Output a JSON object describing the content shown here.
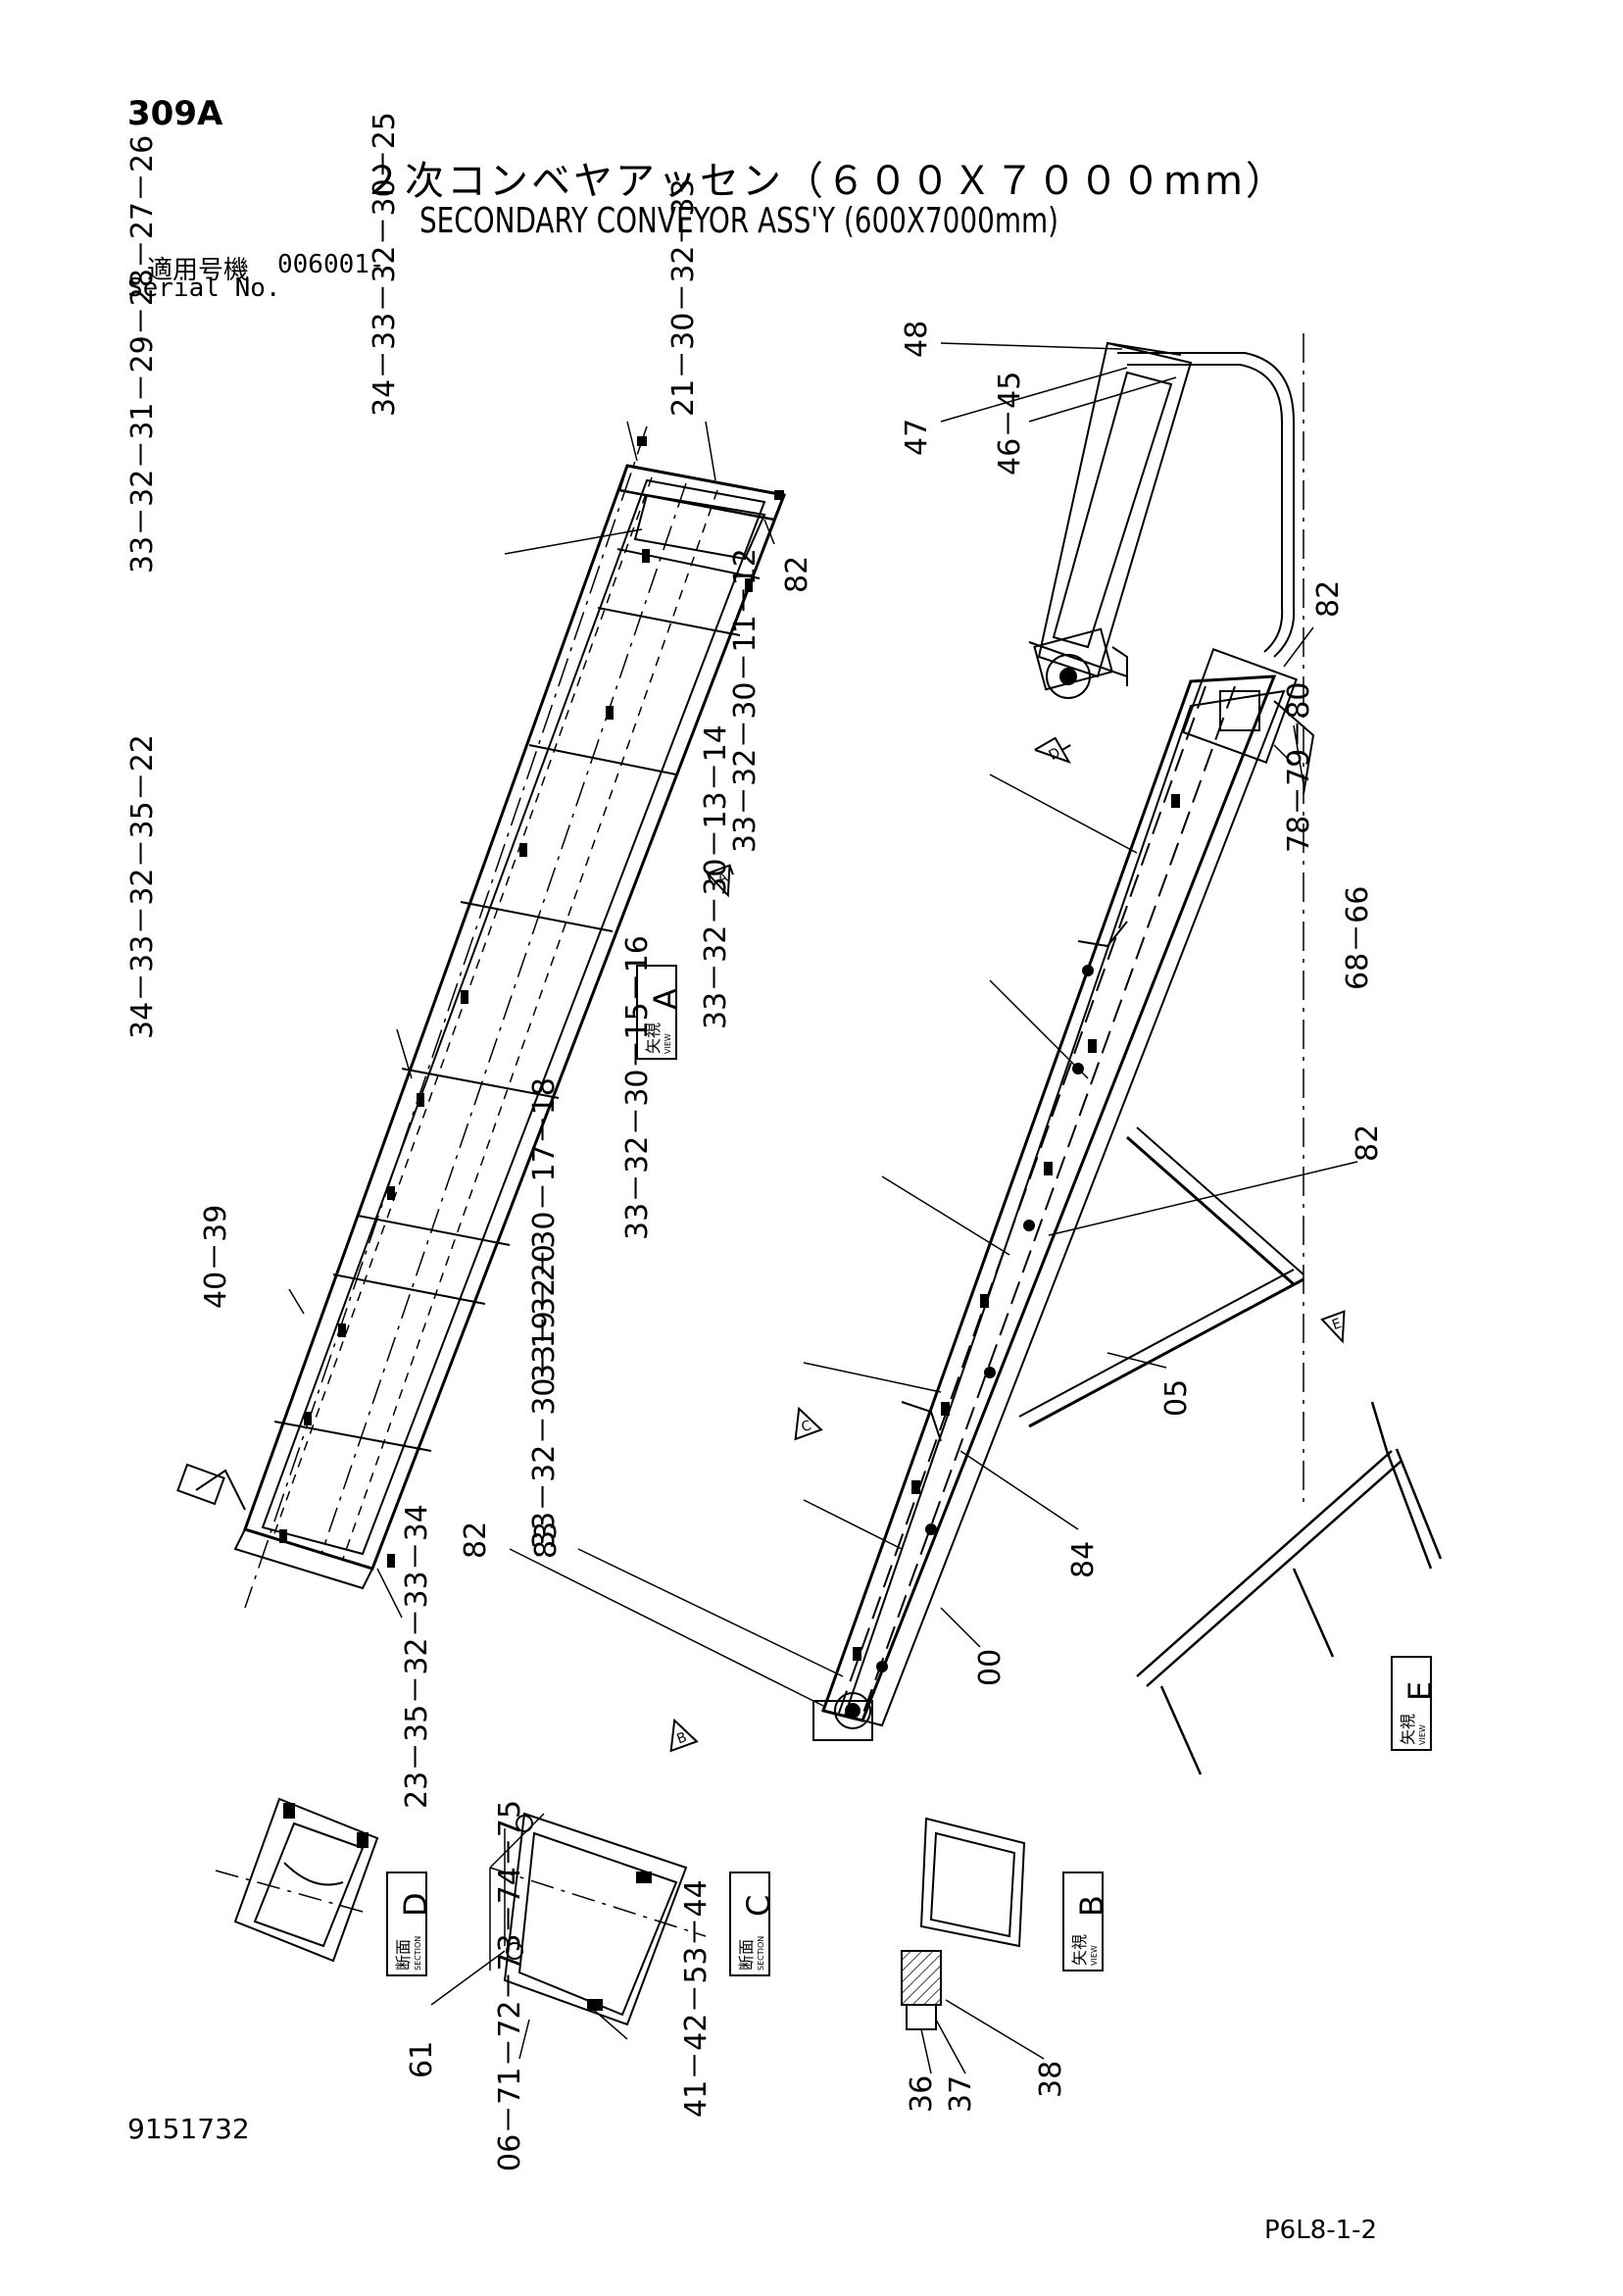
{
  "header": {
    "page_number": "309A",
    "title_jp": "２次コンベヤアッセン（６００Ｘ７０００mm）",
    "title_en": "SECONDARY CONVEYOR ASS'Y (600X7000mm)",
    "serial_label_jp": "適用号機",
    "serial_value": "006001-",
    "serial_label_en": "Serial No."
  },
  "callouts": {
    "c1": "34－33－32－30－25",
    "c2": "21－30－32－33",
    "c3": "33－32－31－29－28－27－26",
    "c4": "82",
    "c5": "48",
    "c6": "47",
    "c7": "46－45",
    "c8": "82",
    "c9": "33－32－30－11－12",
    "c10": "78－79－80",
    "c11": "33－32－30－13－14",
    "c12": "68－66",
    "c13": "34－33－32－35－22",
    "c14": "82",
    "c15": "33－32－30－15－16",
    "c16": "40－39",
    "c17": "33－32－30－17－18",
    "c18": "05",
    "c19": "33－32－30－19－20",
    "c20": "82",
    "c21": "83",
    "c22": "84",
    "c23": "00",
    "c24": "23－35－32－33－34",
    "c25": "61",
    "c26": "41－42－53－44",
    "c27": "06－71－72－73－74－75",
    "c28": "36",
    "c29": "37",
    "c30": "38"
  },
  "views": {
    "view_a": {
      "kanji": "矢視",
      "sub": "VIEW",
      "letter": "A"
    },
    "view_e": {
      "kanji": "矢視",
      "sub": "VIEW",
      "letter": "E"
    },
    "section_d": {
      "kanji": "断面",
      "sub": "SECTION",
      "letter": "D"
    },
    "section_c": {
      "kanji": "断面",
      "sub": "SECTION",
      "letter": "C"
    },
    "view_b": {
      "kanji": "矢視",
      "sub": "VIEW",
      "letter": "B"
    }
  },
  "arrow_markers": {
    "a": "A",
    "b": "B",
    "c": "C",
    "d": "D",
    "e": "E"
  },
  "footer": {
    "doc_number": "9151732",
    "page_code": "P6L8-1-2"
  }
}
